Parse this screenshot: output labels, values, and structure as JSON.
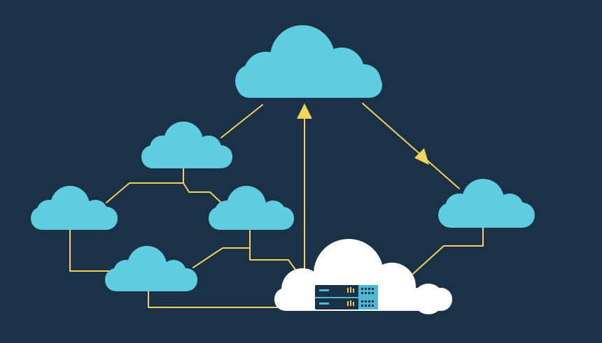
{
  "colors": {
    "background": "#1b3148",
    "cloud": "#5fcde0",
    "main_cloud": "#ffffff",
    "connector": "#f2d35a",
    "server_body": "#1b3148",
    "server_accent": "#4fb8d4",
    "server_led": "#f2c84b"
  },
  "clouds": [
    {
      "name": "top-cloud",
      "role": "central destination"
    },
    {
      "name": "upper-left-cloud",
      "role": "node"
    },
    {
      "name": "far-left-cloud",
      "role": "node"
    },
    {
      "name": "center-cloud",
      "role": "node"
    },
    {
      "name": "lower-left-cloud",
      "role": "node"
    },
    {
      "name": "right-cloud",
      "role": "node"
    },
    {
      "name": "server-cloud",
      "role": "host"
    }
  ],
  "server": {
    "units": 2,
    "icon": "server-rack-icon"
  }
}
